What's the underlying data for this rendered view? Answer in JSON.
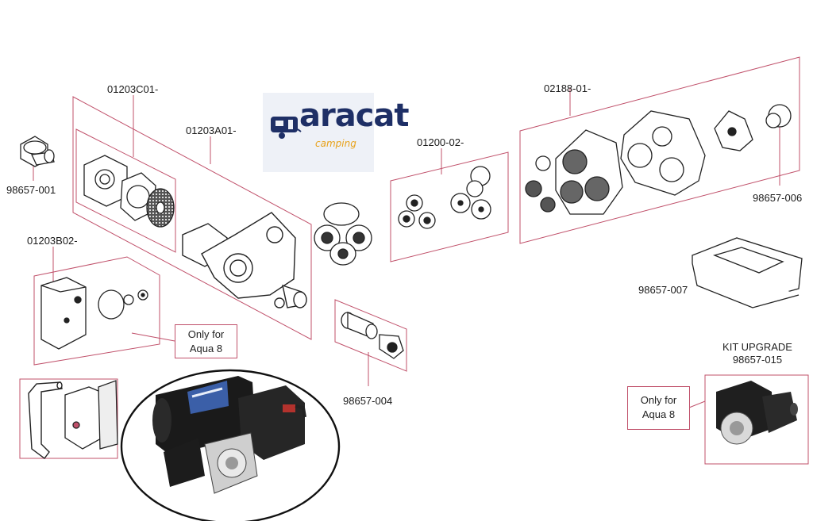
{
  "brand": {
    "name": "aracat",
    "tagline": "camping"
  },
  "part_labels": {
    "p1": "01203C01-",
    "p2": "01203A01-",
    "p3": "98657-001",
    "p4": "01203B02-",
    "p5": "01200-02-",
    "p6": "02188-01-",
    "p7": "98657-006",
    "p8": "98657-007",
    "p9": "98657-004"
  },
  "kit": {
    "title": "KIT UPGRADE",
    "code": "98657-015"
  },
  "notes": {
    "left": {
      "line1": "Only for",
      "line2": "Aqua 8"
    },
    "right": {
      "line1": "Only for",
      "line2": "Aqua 8"
    }
  },
  "colors": {
    "callout": "#c0506a",
    "brand_blue": "#1e2f66",
    "brand_orange": "#e8a21a"
  }
}
